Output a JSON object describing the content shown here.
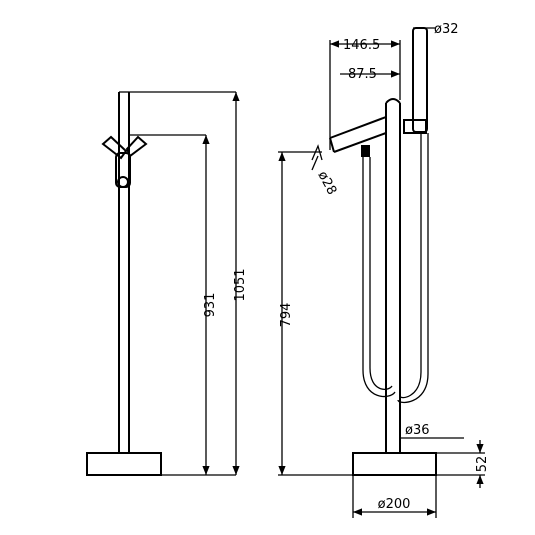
{
  "dimensions": {
    "total_height": "1051",
    "spout_height": "931",
    "outlet_height": "794",
    "handset_diameter": "ø32",
    "spout_reach": "146.5",
    "handle_offset": "87.5",
    "spout_diameter": "ø28",
    "pillar_diameter": "ø36",
    "base_diameter": "ø200",
    "base_height": "52"
  }
}
